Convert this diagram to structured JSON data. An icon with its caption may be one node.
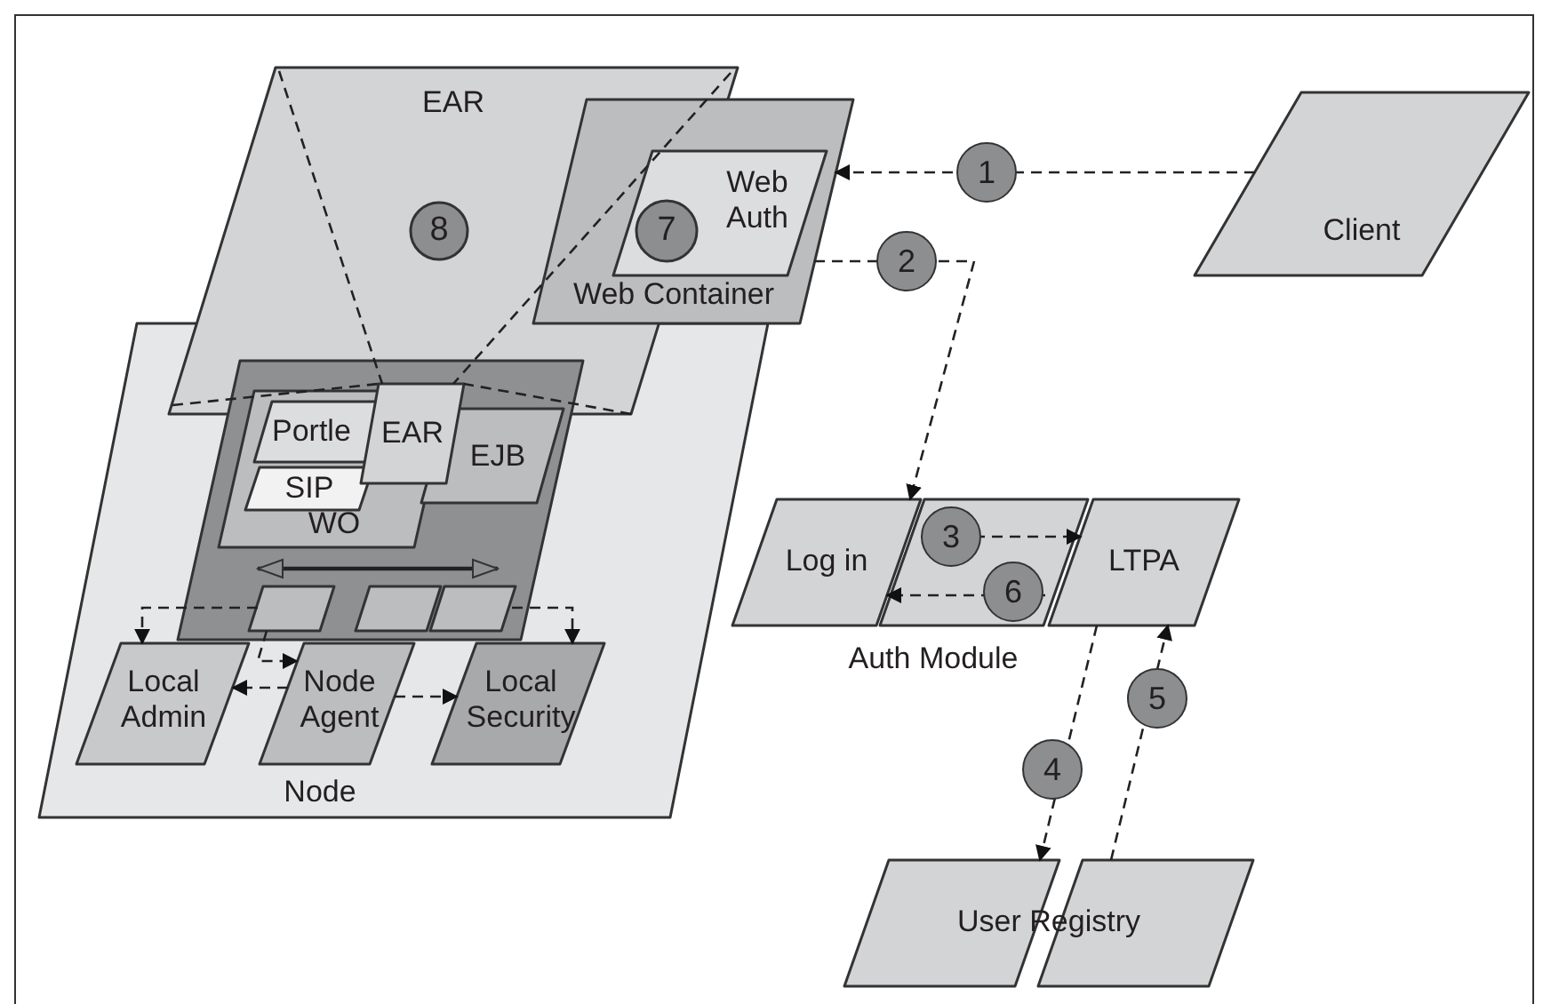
{
  "diagram": {
    "nodes": [
      {
        "text": [
          "EAR"
        ]
      },
      {
        "text": [
          "8"
        ],
        "in": 0
      },
      {
        "text": [
          "Web Container"
        ]
      },
      {
        "text": [
          "Web Auth"
        ],
        "in": 2
      },
      {
        "text": [
          "7"
        ]
      },
      {
        "text": [
          "Client"
        ]
      },
      {
        "text": [
          "Node"
        ]
      },
      {
        "text": [],
        "shape": "box",
        "in": 6
      },
      {
        "text": [
          "WO"
        ],
        "in": 7
      },
      {
        "text": [
          "Portle"
        ],
        "in": 8
      },
      {
        "text": [
          "SIP"
        ],
        "in": 8
      },
      {
        "text": [
          "EAR"
        ],
        "in": 7
      },
      {
        "text": [
          "EJB"
        ],
        "in": 7
      },
      {
        "text": [],
        "shape": "box",
        "in": 7
      },
      {
        "text": [],
        "shape": "box",
        "in": 7
      },
      {
        "text": [],
        "shape": "box",
        "in": 7
      },
      {
        "text": [
          "Local Admin"
        ],
        "in": 6
      },
      {
        "text": [
          "Node Agent"
        ],
        "in": 6
      },
      {
        "text": [
          "Local Security"
        ],
        "in": 6
      },
      {
        "text": [
          "Log in"
        ]
      },
      {
        "text": [
          "Auth Module"
        ]
      },
      {
        "text": [
          "LTPA"
        ]
      },
      {
        "text": [
          "User Registry"
        ]
      }
    ],
    "edges": [
      {
        "from": 5,
        "to": 2,
        "arrow": "to",
        "label": "1",
        "style": "dashed"
      },
      {
        "from": 2,
        "to": 19,
        "arrow": "to",
        "label": "2",
        "style": "dashed"
      },
      {
        "from": 20,
        "to": 21,
        "arrow": "to",
        "label": "3",
        "style": "dashed"
      },
      {
        "from": 21,
        "to": 22,
        "arrow": "to",
        "label": "4",
        "style": "dashed"
      },
      {
        "from": 22,
        "to": 21,
        "arrow": "to",
        "label": "5",
        "style": "dashed"
      },
      {
        "from": 20,
        "to": 19,
        "arrow": "to",
        "label": "6",
        "style": "dashed"
      },
      {
        "from": 0,
        "to": 11,
        "arrow": "none",
        "style": "dashed"
      },
      {
        "from": 0,
        "to": 11,
        "arrow": "none",
        "style": "dashed"
      },
      {
        "from": 0,
        "to": 11,
        "arrow": "none",
        "style": "dashed"
      },
      {
        "from": 0,
        "to": 11,
        "arrow": "none",
        "style": "dashed"
      },
      {
        "from": 13,
        "to": 16,
        "arrow": "to",
        "style": "dashed"
      },
      {
        "from": 13,
        "to": 17,
        "arrow": "to",
        "style": "dashed"
      },
      {
        "from": 17,
        "to": 16,
        "arrow": "to",
        "style": "dashed"
      },
      {
        "from": 17,
        "to": 18,
        "arrow": "to",
        "style": "dashed"
      },
      {
        "from": 15,
        "to": 18,
        "arrow": "to",
        "style": "dashed"
      },
      {
        "from": 13,
        "to": 15,
        "arrow": "both"
      }
    ]
  }
}
